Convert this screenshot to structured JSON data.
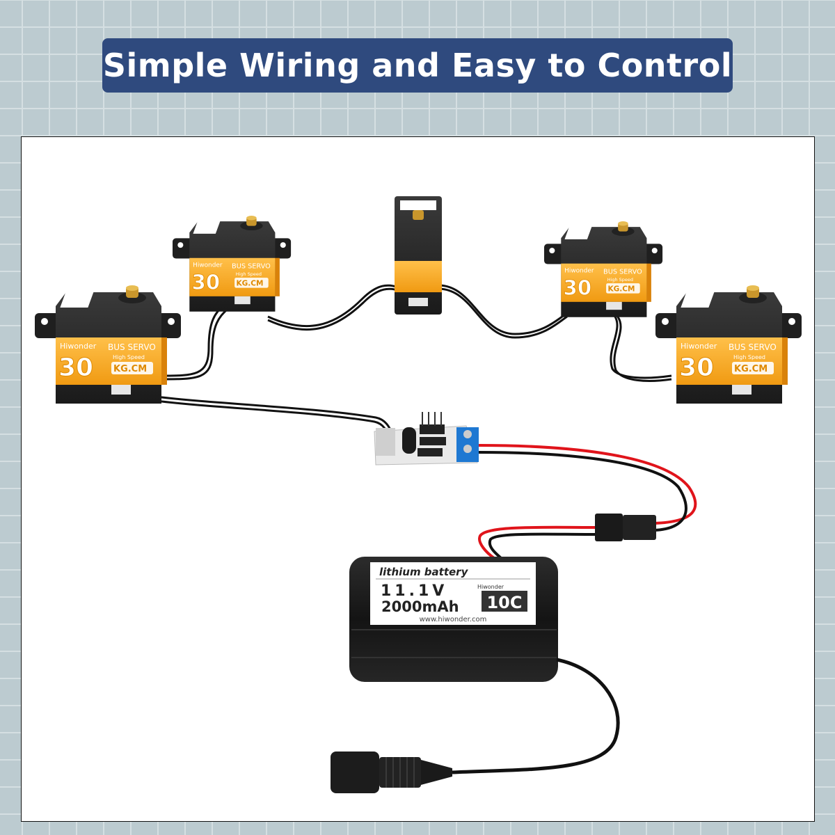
{
  "header": {
    "title": "Simple Wiring and Easy to Control"
  },
  "servo": {
    "brand": "Hiwonder",
    "type": "BUS SERVO",
    "torque_value": "30",
    "torque_unit": "KG.CM",
    "speed_tag": "High Speed",
    "count": 5,
    "body_color": "#f5a623"
  },
  "battery": {
    "type_label": "lithium battery",
    "voltage": "11.1V",
    "capacity": "2000mAh",
    "brand": "Hiwonder",
    "discharge_rate": "10C",
    "website": "www.hiwonder.com"
  },
  "colors": {
    "title_bg": "#2f4a7e",
    "background": "#bccbd0",
    "wire_red": "#e0141b",
    "terminal_blue": "#1e78d2"
  }
}
